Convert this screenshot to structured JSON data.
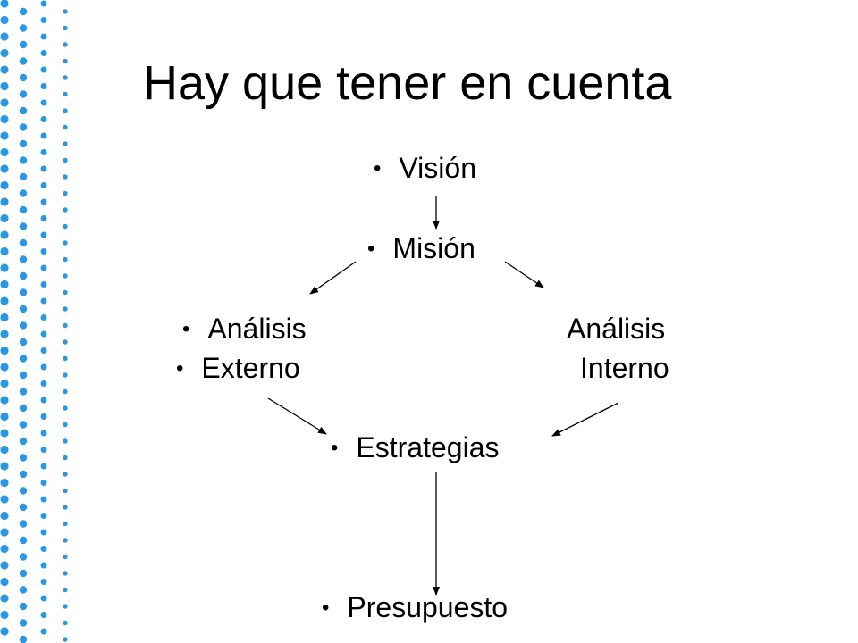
{
  "slide": {
    "title": "Hay que tener en cuenta",
    "bullet_glyph": "•",
    "accent_color": "#2a96e6"
  },
  "diagram": {
    "vision": "Visión",
    "mision": "Misión",
    "analisis_externo_line1": "Análisis",
    "analisis_externo_line2": "Externo",
    "analisis_interno_line1": "Análisis",
    "analisis_interno_line2": "Interno",
    "estrategias": "Estrategias",
    "presupuesto": "Presupuesto"
  }
}
